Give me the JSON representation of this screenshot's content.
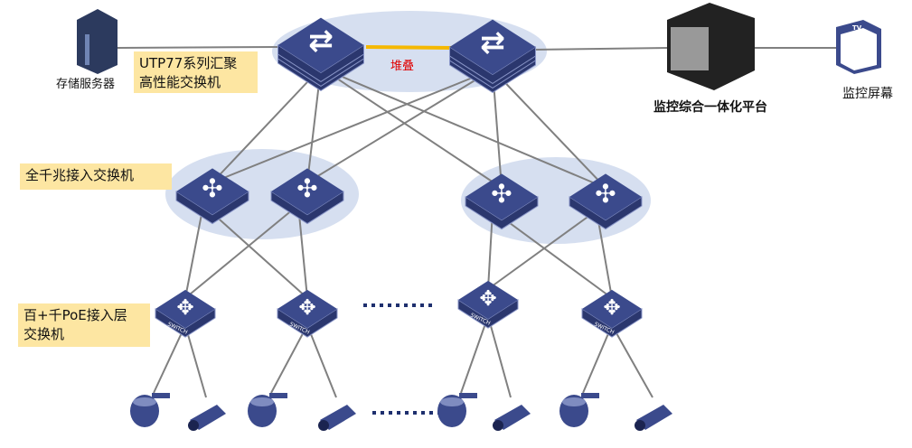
{
  "labels": {
    "storage": "存储服务器",
    "core_switch": [
      "UTP77系列汇聚",
      "高性能交换机"
    ],
    "stack": "堆叠",
    "platform": "监控综合一体化平台",
    "screen": "监控屏幕",
    "access": "全千兆接入交换机",
    "poe": [
      "百+千PoE接入层",
      "交换机"
    ],
    "switch_tag": "SWITCH",
    "tv_tag": "TV"
  },
  "colors": {
    "device": "#3b4a8c",
    "ellipse": "#d6dff0",
    "link": "#808080",
    "stack_link": "#f5b800",
    "label_box": "#fde6a2",
    "stack_text": "#e00000"
  }
}
